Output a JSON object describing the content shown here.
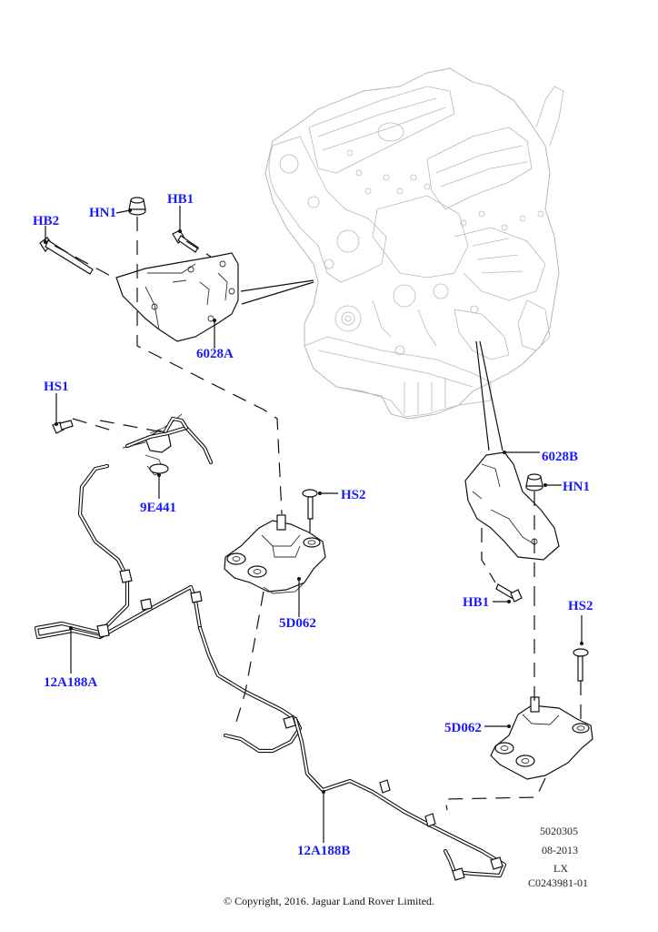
{
  "diagram": {
    "title": "Engine mounting exploded parts diagram",
    "accent_color": "#1a1aff",
    "callouts": [
      {
        "id": "HB2",
        "label": "HB2",
        "part": "bolt (long)"
      },
      {
        "id": "HN1-left",
        "label": "HN1",
        "part": "flange nut"
      },
      {
        "id": "HB1-left",
        "label": "HB1",
        "part": "bolt"
      },
      {
        "id": "6028A",
        "label": "6028A",
        "part": "engine mount bracket (left)"
      },
      {
        "id": "HS1",
        "label": "HS1",
        "part": "screw"
      },
      {
        "id": "9E441",
        "label": "9E441",
        "part": "vacuum solenoid valve"
      },
      {
        "id": "HS2-left",
        "label": "HS2",
        "part": "stud bolt"
      },
      {
        "id": "5D062-left",
        "label": "5D062",
        "part": "engine mount (left)"
      },
      {
        "id": "12A188A",
        "label": "12A188A",
        "part": "vacuum hose"
      },
      {
        "id": "6028B",
        "label": "6028B",
        "part": "engine mount bracket (right)"
      },
      {
        "id": "HN1-right",
        "label": "HN1",
        "part": "flange nut"
      },
      {
        "id": "HB1-right",
        "label": "HB1",
        "part": "bolt"
      },
      {
        "id": "HS2-right",
        "label": "HS2",
        "part": "stud bolt"
      },
      {
        "id": "5D062-right",
        "label": "5D062",
        "part": "engine mount (right)"
      },
      {
        "id": "12A188B",
        "label": "12A188B",
        "part": "vacuum hose"
      }
    ],
    "info_block": {
      "code": "5020305",
      "date": "08-2013",
      "model": "LX",
      "illustration_id": "C0243981-01"
    },
    "copyright": "© Copyright, 2016. Jaguar Land Rover Limited."
  }
}
